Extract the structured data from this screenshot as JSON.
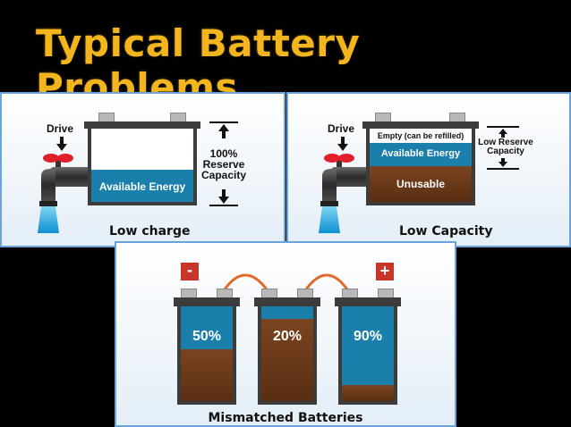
{
  "title": "Typical Battery Problems",
  "panel1": {
    "drive": "Drive",
    "available": "Available Energy",
    "reserve_l1": "100%",
    "reserve_l2": "Reserve",
    "reserve_l3": "Capacity",
    "caption": "Low charge"
  },
  "panel2": {
    "drive": "Drive",
    "empty": "Empty (can be refilled)",
    "available": "Available Energy",
    "unusable": "Unusable",
    "reserve_l1": "Low Reserve",
    "reserve_l2": "Capacity",
    "caption": "Low Capacity"
  },
  "panel3": {
    "minus": "-",
    "plus": "+",
    "b1": "50%",
    "b2": "20%",
    "b3": "90%",
    "caption": "Mismatched Batteries"
  },
  "colors": {
    "title": "#f2b51d",
    "energy": "#1a7faa",
    "sludge": "#6b3818",
    "faucet_handle": "#e0202a",
    "terminal_marker": "#c8362a",
    "wire": "#e06a2a"
  }
}
